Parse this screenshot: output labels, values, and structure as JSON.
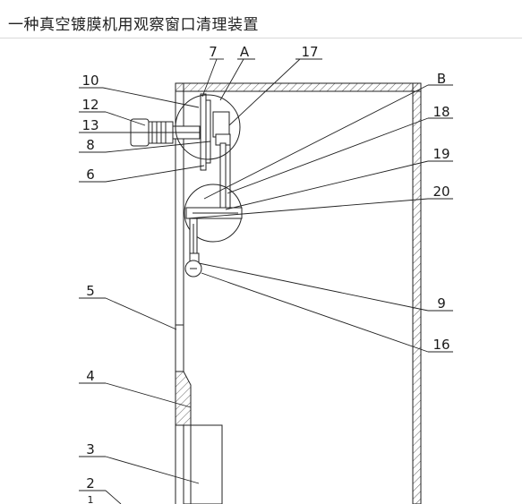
{
  "title": "一种真空镀膜机用观察窗口清理装置",
  "callouts": {
    "n7": "7",
    "nA": "A",
    "n17": "17",
    "n10": "10",
    "nB": "B",
    "n12": "12",
    "n13": "13",
    "n18": "18",
    "n8": "8",
    "n19": "19",
    "n6": "6",
    "n20": "20",
    "n5": "5",
    "n9": "9",
    "n16": "16",
    "n4": "4",
    "n3": "3",
    "n2": "2",
    "n1": "1"
  }
}
